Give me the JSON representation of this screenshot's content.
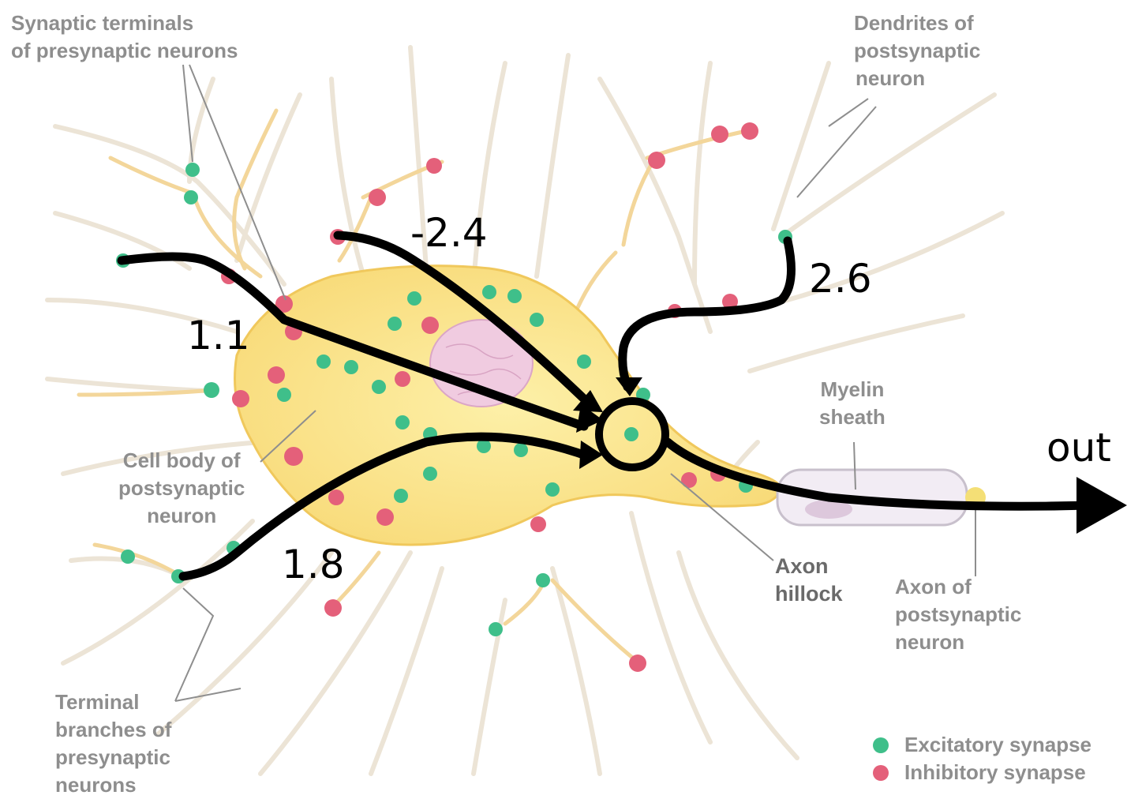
{
  "labels": {
    "synaptic_terminals": [
      "Synaptic terminals",
      "of presynaptic neurons"
    ],
    "dendrites": [
      "Dendrites of",
      "postsynaptic",
      "neuron"
    ],
    "myelin": [
      "Myelin",
      "sheath"
    ],
    "cell_body": [
      "Cell body of",
      "postsynaptic",
      "neuron"
    ],
    "axon_hillock": [
      "Axon",
      "hillock"
    ],
    "axon": [
      "Axon of",
      "postsynaptic",
      "neuron"
    ],
    "terminal_branches": [
      "Terminal",
      "branches of",
      "presynaptic",
      "neurons"
    ]
  },
  "weights": {
    "w1": "1.1",
    "w2": "-2.4",
    "w3": "2.6",
    "w4": "1.8",
    "output": "out"
  },
  "legend": [
    {
      "label": "Excitatory synapse",
      "color": "#3fbf8a"
    },
    {
      "label": "Inhibitory synapse",
      "color": "#e4607a"
    }
  ],
  "colors": {
    "cell_body": "#fbe58c",
    "dendrite": "#ece4d6",
    "excitatory": "#3fbf8a",
    "inhibitory": "#e4607a",
    "nucleus": "#f0cbe0",
    "arrow": "#000000"
  }
}
